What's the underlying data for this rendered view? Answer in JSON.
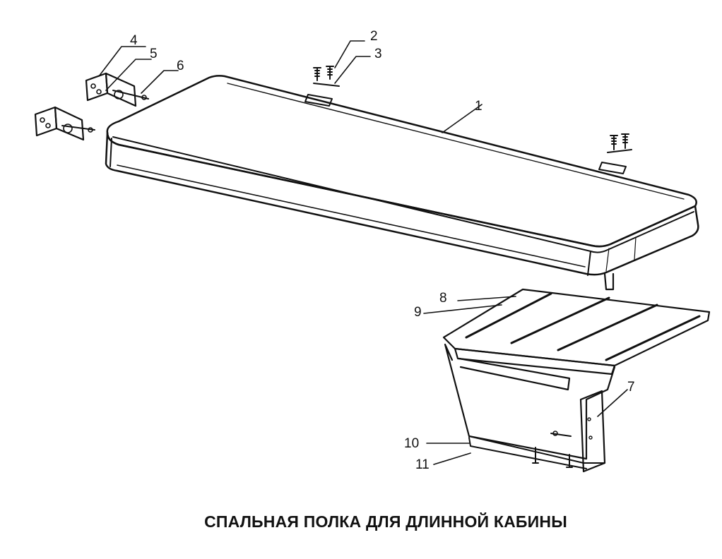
{
  "caption": "СПАЛЬНАЯ ПОЛКА ДЛЯ ДЛИННОЙ КАБИНЫ",
  "callouts": {
    "c1": "1",
    "c2": "2",
    "c3": "3",
    "c4": "4",
    "c5": "5",
    "c6": "6",
    "c7": "7",
    "c8": "8",
    "c9": "9",
    "c10": "10",
    "c11": "11"
  }
}
